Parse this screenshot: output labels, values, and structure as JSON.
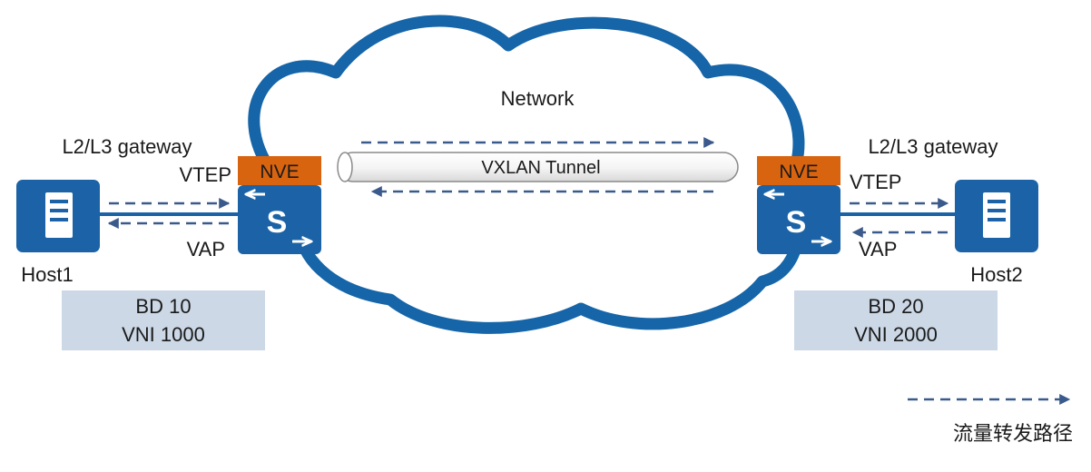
{
  "network_label": "Network",
  "tunnel_label": "VXLAN Tunnel",
  "left": {
    "gateway_label": "L2/L3 gateway",
    "vtep_label": "VTEP",
    "vap_label": "VAP",
    "nve_label": "NVE",
    "switch_symbol": "S",
    "host_label": "Host1",
    "bd_label": "BD 10",
    "vni_label": "VNI 1000"
  },
  "right": {
    "gateway_label": "L2/L3 gateway",
    "vtep_label": "VTEP",
    "vap_label": "VAP",
    "nve_label": "NVE",
    "switch_symbol": "S",
    "host_label": "Host2",
    "bd_label": "BD 20",
    "vni_label": "VNI 2000"
  },
  "legend": {
    "label": "流量转发路径"
  },
  "colors": {
    "cloud_outline": "#1565a8",
    "device_blue": "#1b63a6",
    "nve_orange": "#d9640f",
    "bd_box": "#ccd8e6",
    "dashed_arrow": "#3b5a8c"
  }
}
